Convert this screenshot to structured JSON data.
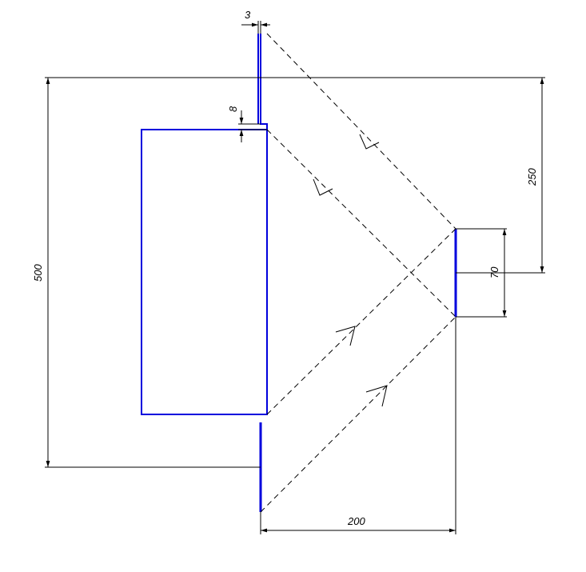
{
  "diagram": {
    "dimensions": {
      "gap": "3",
      "offset": "8",
      "total_height": "500",
      "half_height": "250",
      "source_size": "70",
      "distance": "200"
    },
    "colors": {
      "object": "#0000dd",
      "lines": "#000000"
    }
  }
}
